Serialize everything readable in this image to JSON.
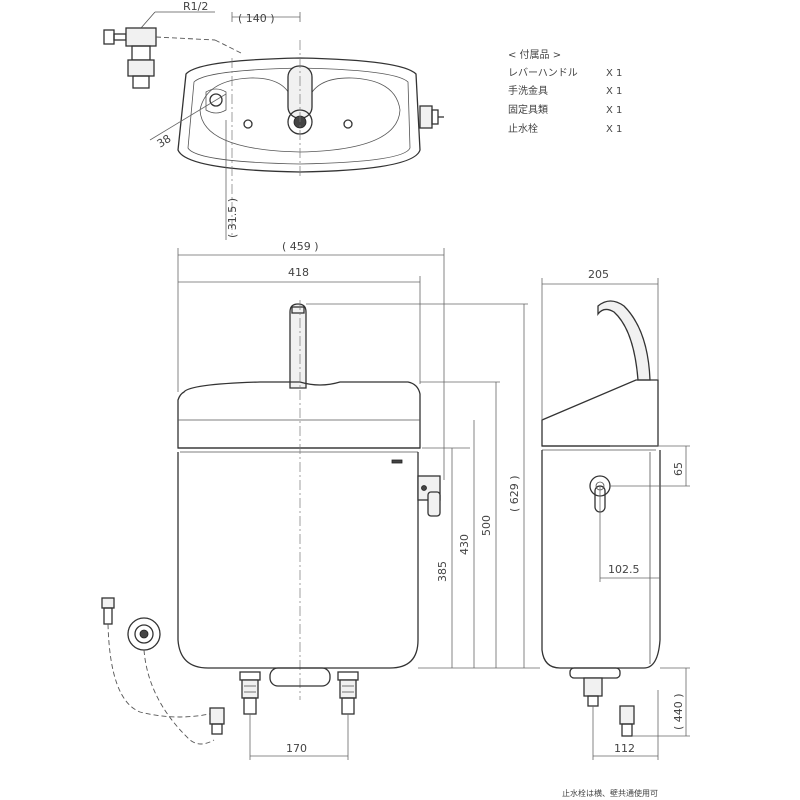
{
  "dimensions": {
    "r12": "R1/2",
    "d140": "( 140 )",
    "d38": "38",
    "d31_5": "( 31.5 )",
    "d459": "( 459 )",
    "d418": "418",
    "d205": "205",
    "d385": "385",
    "d430": "430",
    "d500": "500",
    "d629": "( 629 )",
    "d65": "65",
    "d102_5": "102.5",
    "d170": "170",
    "d112": "112",
    "d440": "( 440 )"
  },
  "accessories": {
    "header": "< 付属品 >",
    "items": [
      {
        "name": "レバーハンドル",
        "qty": "X 1"
      },
      {
        "name": "手洗金具",
        "qty": "X 1"
      },
      {
        "name": "固定具類",
        "qty": "X 1"
      },
      {
        "name": "止水栓",
        "qty": "X 1"
      }
    ]
  },
  "footnote": "止水栓は横、壁共通使用可"
}
